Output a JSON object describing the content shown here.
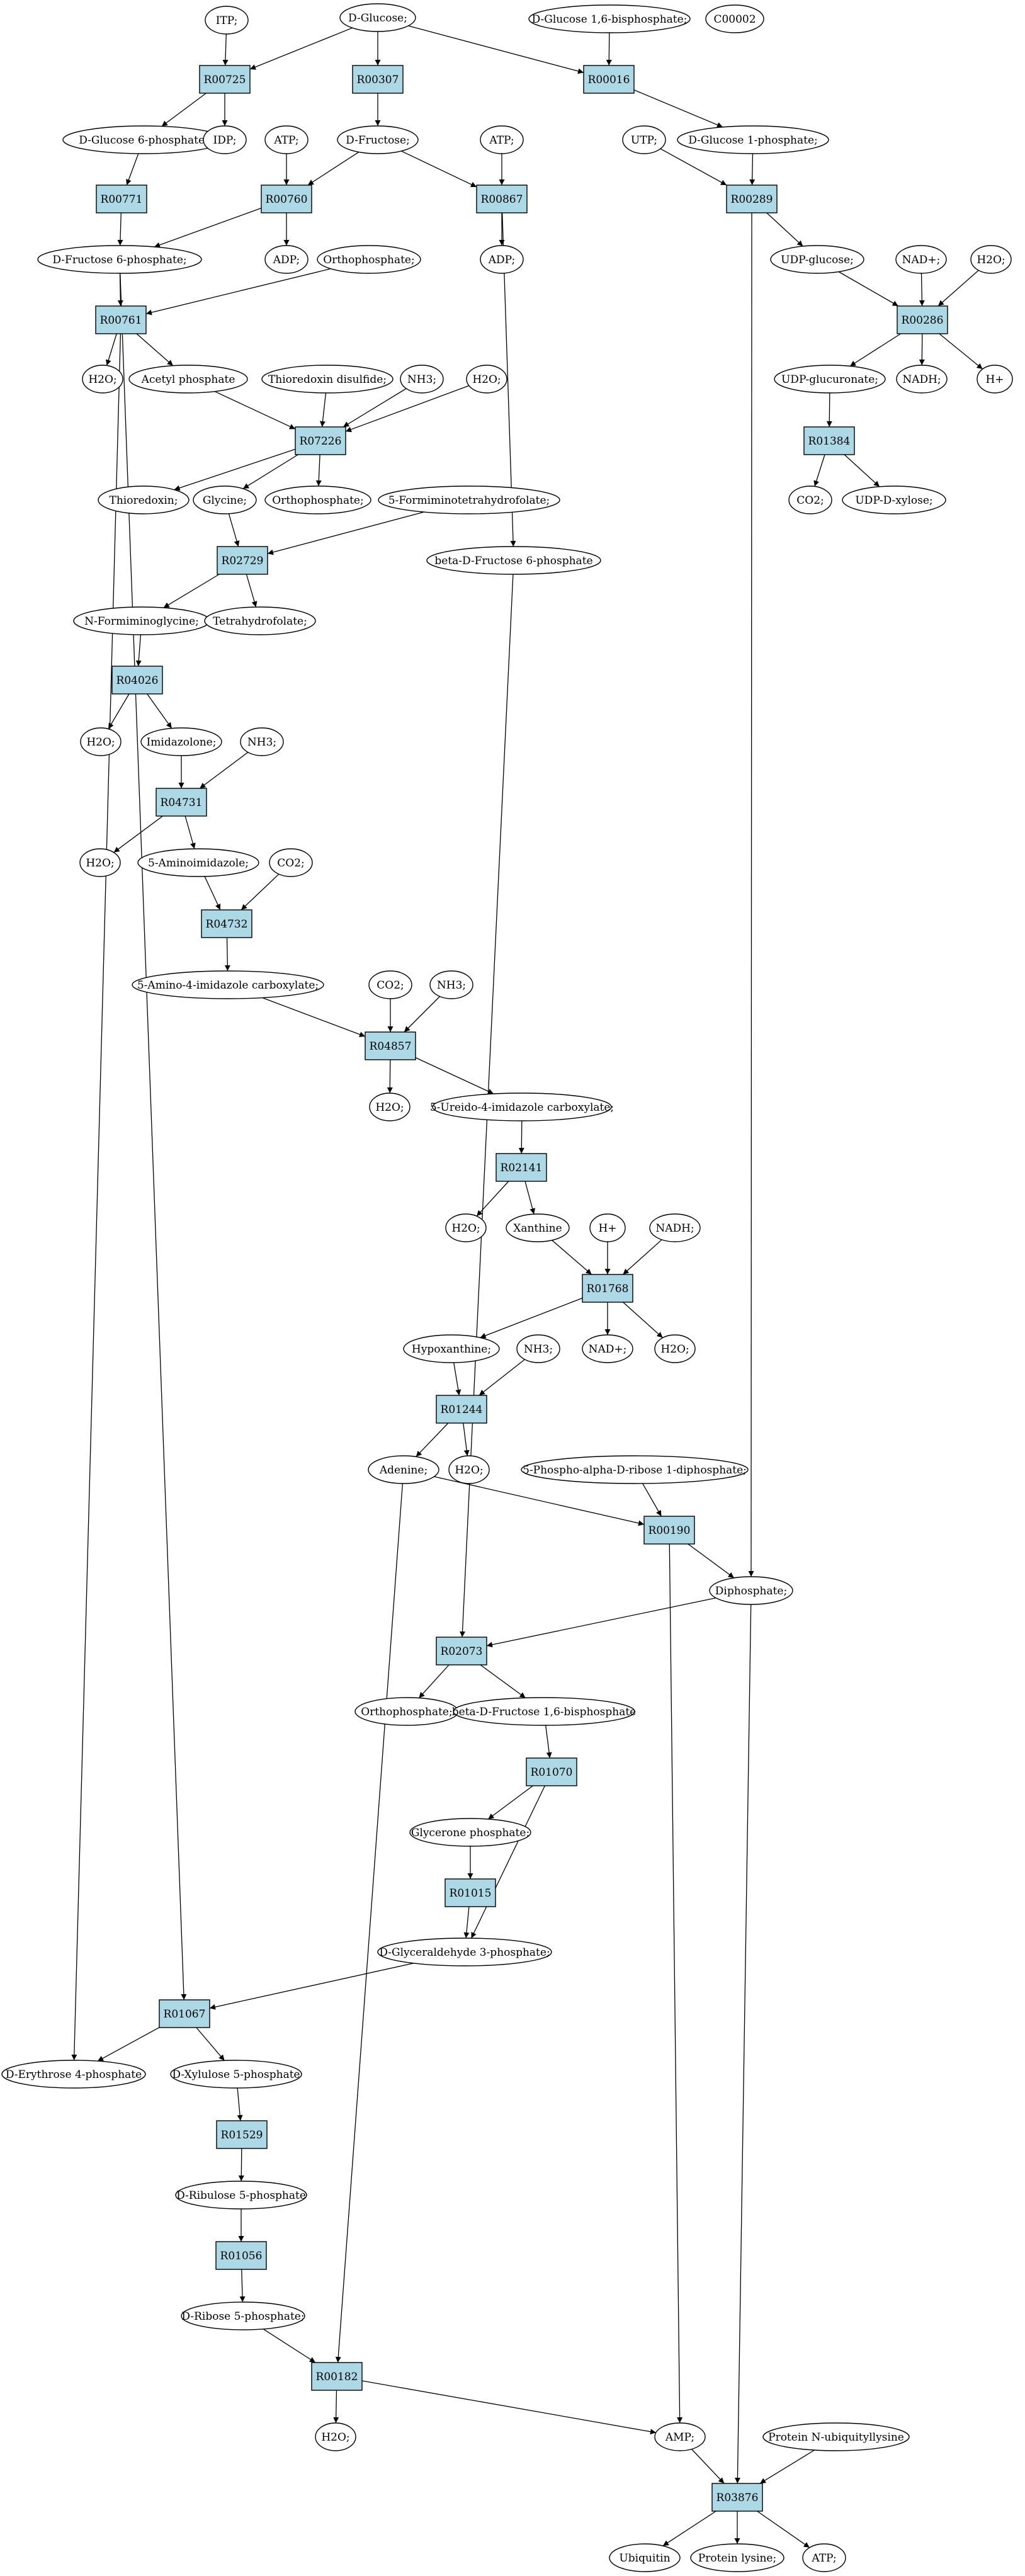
{
  "colors": {
    "background": "#ffffff",
    "reaction_fill": "#add8e6",
    "highlight_green": "#00ee00",
    "highlight_yellow": "#ffff00",
    "stroke": "#000000"
  },
  "compounds": [
    {
      "id": "itp",
      "label": "ITP;"
    },
    {
      "id": "glucose",
      "label": "D-Glucose;",
      "fill": "#00ee00"
    },
    {
      "id": "g16bp",
      "label": "D-Glucose 1,6-bisphosphate;"
    },
    {
      "id": "c00002",
      "label": "C00002",
      "fill": "#ffff00"
    },
    {
      "id": "g6p",
      "label": "D-Glucose 6-phosphate;"
    },
    {
      "id": "idp",
      "label": "IDP;"
    },
    {
      "id": "fructose",
      "label": "D-Fructose;"
    },
    {
      "id": "atp1",
      "label": "ATP;"
    },
    {
      "id": "atp2",
      "label": "ATP;"
    },
    {
      "id": "utp",
      "label": "UTP;"
    },
    {
      "id": "g1p",
      "label": "D-Glucose 1-phosphate;"
    },
    {
      "id": "f6p",
      "label": "D-Fructose 6-phosphate;"
    },
    {
      "id": "adp1",
      "label": "ADP;"
    },
    {
      "id": "adp2",
      "label": "ADP;"
    },
    {
      "id": "orthophos1",
      "label": "Orthophosphate;"
    },
    {
      "id": "udpglc",
      "label": "UDP-glucose;"
    },
    {
      "id": "nad1",
      "label": "NAD+;"
    },
    {
      "id": "h2o_a",
      "label": "H2O;"
    },
    {
      "id": "h2o_b",
      "label": "H2O;"
    },
    {
      "id": "acetylp",
      "label": "Acetyl phosphate"
    },
    {
      "id": "trxdis",
      "label": "Thioredoxin disulfide;"
    },
    {
      "id": "nh3_a",
      "label": "NH3;"
    },
    {
      "id": "h2o_c",
      "label": "H2O;"
    },
    {
      "id": "udpglcu",
      "label": "UDP-glucuronate;"
    },
    {
      "id": "nadh1",
      "label": "NADH;"
    },
    {
      "id": "hplus1",
      "label": "H+"
    },
    {
      "id": "trx",
      "label": "Thioredoxin;"
    },
    {
      "id": "glycine",
      "label": "Glycine;"
    },
    {
      "id": "orthophos2",
      "label": "Orthophosphate;"
    },
    {
      "id": "formthf",
      "label": "5-Formiminotetrahydrofolate;"
    },
    {
      "id": "co2_a",
      "label": "CO2;"
    },
    {
      "id": "udpxyl",
      "label": "UDP-D-xylose;"
    },
    {
      "id": "bf6p",
      "label": "beta-D-Fructose 6-phosphate"
    },
    {
      "id": "nformgly",
      "label": "N-Formiminoglycine;"
    },
    {
      "id": "thf",
      "label": "Tetrahydrofolate;"
    },
    {
      "id": "h2o_d",
      "label": "H2O;"
    },
    {
      "id": "imidazolone",
      "label": "Imidazolone;"
    },
    {
      "id": "nh3_b",
      "label": "NH3;"
    },
    {
      "id": "h2o_e",
      "label": "H2O;"
    },
    {
      "id": "aminoimid",
      "label": "5-Aminoimidazole;"
    },
    {
      "id": "co2_b",
      "label": "CO2;"
    },
    {
      "id": "aicarb",
      "label": "5-Amino-4-imidazole carboxylate;"
    },
    {
      "id": "co2_c",
      "label": "CO2;"
    },
    {
      "id": "nh3_c",
      "label": "NH3;"
    },
    {
      "id": "h2o_f",
      "label": "H2O;"
    },
    {
      "id": "uicarb",
      "label": "5-Ureido-4-imidazole carboxylate;"
    },
    {
      "id": "h2o_g",
      "label": "H2O;"
    },
    {
      "id": "xanthine",
      "label": "Xanthine"
    },
    {
      "id": "hplus2",
      "label": "H+"
    },
    {
      "id": "nadh2",
      "label": "NADH;"
    },
    {
      "id": "hypox",
      "label": "Hypoxanthine;"
    },
    {
      "id": "nh3_d",
      "label": "NH3;"
    },
    {
      "id": "nad2",
      "label": "NAD+;"
    },
    {
      "id": "h2o_h",
      "label": "H2O;"
    },
    {
      "id": "adenine",
      "label": "Adenine;"
    },
    {
      "id": "h2o_i",
      "label": "H2O;"
    },
    {
      "id": "prpp",
      "label": "5-Phospho-alpha-D-ribose 1-diphosphate;"
    },
    {
      "id": "diphos",
      "label": "Diphosphate;"
    },
    {
      "id": "orthophos3",
      "label": "Orthophosphate;"
    },
    {
      "id": "bf16bp",
      "label": "beta-D-Fructose 1,6-bisphosphate"
    },
    {
      "id": "glyp",
      "label": "Glycerone phosphate;"
    },
    {
      "id": "gap",
      "label": "D-Glyceraldehyde 3-phosphate;"
    },
    {
      "id": "e4p",
      "label": "D-Erythrose 4-phosphate"
    },
    {
      "id": "xu5p",
      "label": "D-Xylulose 5-phosphate"
    },
    {
      "id": "ru5p",
      "label": "D-Ribulose 5-phosphate"
    },
    {
      "id": "r5p",
      "label": "D-Ribose 5-phosphate;"
    },
    {
      "id": "h2o_j",
      "label": "H2O;"
    },
    {
      "id": "amp",
      "label": "AMP;"
    },
    {
      "id": "protubq",
      "label": "Protein N-ubiquityllysine"
    },
    {
      "id": "ubiquitin",
      "label": "Ubiquitin"
    },
    {
      "id": "protlys",
      "label": "Protein lysine;"
    },
    {
      "id": "atp3",
      "label": "ATP;"
    }
  ],
  "reactions": [
    {
      "id": "r00725",
      "label": "R00725"
    },
    {
      "id": "r00307",
      "label": "R00307"
    },
    {
      "id": "r00016",
      "label": "R00016"
    },
    {
      "id": "r00771",
      "label": "R00771"
    },
    {
      "id": "r00760",
      "label": "R00760"
    },
    {
      "id": "r00867",
      "label": "R00867"
    },
    {
      "id": "r00289",
      "label": "R00289"
    },
    {
      "id": "r00761",
      "label": "R00761"
    },
    {
      "id": "r00286",
      "label": "R00286"
    },
    {
      "id": "r07226",
      "label": "R07226"
    },
    {
      "id": "r01384",
      "label": "R01384"
    },
    {
      "id": "r02729",
      "label": "R02729"
    },
    {
      "id": "r04026",
      "label": "R04026"
    },
    {
      "id": "r04731",
      "label": "R04731"
    },
    {
      "id": "r04732",
      "label": "R04732"
    },
    {
      "id": "r04857",
      "label": "R04857"
    },
    {
      "id": "r02141",
      "label": "R02141"
    },
    {
      "id": "r01768",
      "label": "R01768"
    },
    {
      "id": "r01244",
      "label": "R01244"
    },
    {
      "id": "r00190",
      "label": "R00190"
    },
    {
      "id": "r02073",
      "label": "R02073"
    },
    {
      "id": "r01070",
      "label": "R01070"
    },
    {
      "id": "r01015",
      "label": "R01015"
    },
    {
      "id": "r01067",
      "label": "R01067"
    },
    {
      "id": "r01529",
      "label": "R01529"
    },
    {
      "id": "r01056",
      "label": "R01056"
    },
    {
      "id": "r00182",
      "label": "R00182"
    },
    {
      "id": "r03876",
      "label": "R03876"
    }
  ],
  "edges": [
    [
      "itp",
      "r00725"
    ],
    [
      "glucose",
      "r00725"
    ],
    [
      "glucose",
      "r00307"
    ],
    [
      "glucose",
      "r00016"
    ],
    [
      "g16bp",
      "r00016"
    ],
    [
      "r00725",
      "g6p"
    ],
    [
      "r00725",
      "idp"
    ],
    [
      "r00307",
      "fructose"
    ],
    [
      "r00016",
      "g1p"
    ],
    [
      "g6p",
      "r00771"
    ],
    [
      "r00771",
      "f6p"
    ],
    [
      "fructose",
      "r00760"
    ],
    [
      "atp1",
      "r00760"
    ],
    [
      "r00760",
      "f6p"
    ],
    [
      "r00760",
      "adp1"
    ],
    [
      "fructose",
      "r00867"
    ],
    [
      "atp2",
      "r00867"
    ],
    [
      "r00867",
      "adp2"
    ],
    [
      "r00867",
      "bf6p"
    ],
    [
      "utp",
      "r00289"
    ],
    [
      "g1p",
      "r00289"
    ],
    [
      "r00289",
      "udpglc"
    ],
    [
      "r00289",
      "diphos"
    ],
    [
      "f6p",
      "r00761"
    ],
    [
      "orthophos1",
      "r00761"
    ],
    [
      "r00761",
      "h2o_a"
    ],
    [
      "r00761",
      "acetylp"
    ],
    [
      "f6p",
      "r01067"
    ],
    [
      "r00761",
      "e4p"
    ],
    [
      "udpglc",
      "r00286"
    ],
    [
      "nad1",
      "r00286"
    ],
    [
      "h2o_b",
      "r00286"
    ],
    [
      "r00286",
      "udpglcu"
    ],
    [
      "r00286",
      "nadh1"
    ],
    [
      "r00286",
      "hplus1"
    ],
    [
      "acetylp",
      "r07226"
    ],
    [
      "trxdis",
      "r07226"
    ],
    [
      "nh3_a",
      "r07226"
    ],
    [
      "h2o_c",
      "r07226"
    ],
    [
      "r07226",
      "trx"
    ],
    [
      "r07226",
      "glycine"
    ],
    [
      "r07226",
      "orthophos2"
    ],
    [
      "udpglcu",
      "r01384"
    ],
    [
      "r01384",
      "co2_a"
    ],
    [
      "r01384",
      "udpxyl"
    ],
    [
      "glycine",
      "r02729"
    ],
    [
      "formthf",
      "r02729"
    ],
    [
      "r02729",
      "nformgly"
    ],
    [
      "r02729",
      "thf"
    ],
    [
      "nformgly",
      "r04026"
    ],
    [
      "r04026",
      "h2o_d"
    ],
    [
      "r04026",
      "imidazolone"
    ],
    [
      "imidazolone",
      "r04731"
    ],
    [
      "nh3_b",
      "r04731"
    ],
    [
      "r04731",
      "h2o_e"
    ],
    [
      "r04731",
      "aminoimid"
    ],
    [
      "aminoimid",
      "r04732"
    ],
    [
      "co2_b",
      "r04732"
    ],
    [
      "r04732",
      "aicarb"
    ],
    [
      "aicarb",
      "r04857"
    ],
    [
      "co2_c",
      "r04857"
    ],
    [
      "nh3_c",
      "r04857"
    ],
    [
      "r04857",
      "h2o_f"
    ],
    [
      "r04857",
      "uicarb"
    ],
    [
      "uicarb",
      "r02141"
    ],
    [
      "r02141",
      "h2o_g"
    ],
    [
      "r02141",
      "xanthine"
    ],
    [
      "xanthine",
      "r01768"
    ],
    [
      "hplus2",
      "r01768"
    ],
    [
      "nadh2",
      "r01768"
    ],
    [
      "r01768",
      "hypox"
    ],
    [
      "r01768",
      "nad2"
    ],
    [
      "r01768",
      "h2o_h"
    ],
    [
      "hypox",
      "r01244"
    ],
    [
      "nh3_d",
      "r01244"
    ],
    [
      "r01244",
      "adenine"
    ],
    [
      "r01244",
      "h2o_i"
    ],
    [
      "adenine",
      "r00190"
    ],
    [
      "prpp",
      "r00190"
    ],
    [
      "r00190",
      "diphos"
    ],
    [
      "r00190",
      "amp"
    ],
    [
      "bf6p",
      "r02073"
    ],
    [
      "diphos",
      "r02073"
    ],
    [
      "r02073",
      "orthophos3"
    ],
    [
      "r02073",
      "bf16bp"
    ],
    [
      "bf16bp",
      "r01070"
    ],
    [
      "r01070",
      "glyp"
    ],
    [
      "r01070",
      "gap"
    ],
    [
      "glyp",
      "r01015"
    ],
    [
      "r01015",
      "gap"
    ],
    [
      "gap",
      "r01067"
    ],
    [
      "r01067",
      "e4p"
    ],
    [
      "r01067",
      "xu5p"
    ],
    [
      "xu5p",
      "r01529"
    ],
    [
      "r01529",
      "ru5p"
    ],
    [
      "ru5p",
      "r01056"
    ],
    [
      "r01056",
      "r5p"
    ],
    [
      "r5p",
      "r00182"
    ],
    [
      "adenine",
      "r00182"
    ],
    [
      "r00182",
      "h2o_j"
    ],
    [
      "r00182",
      "amp"
    ],
    [
      "amp",
      "r03876"
    ],
    [
      "protubq",
      "r03876"
    ],
    [
      "diphos",
      "r03876"
    ],
    [
      "r03876",
      "ubiquitin"
    ],
    [
      "r03876",
      "protlys"
    ],
    [
      "r03876",
      "atp3"
    ]
  ]
}
